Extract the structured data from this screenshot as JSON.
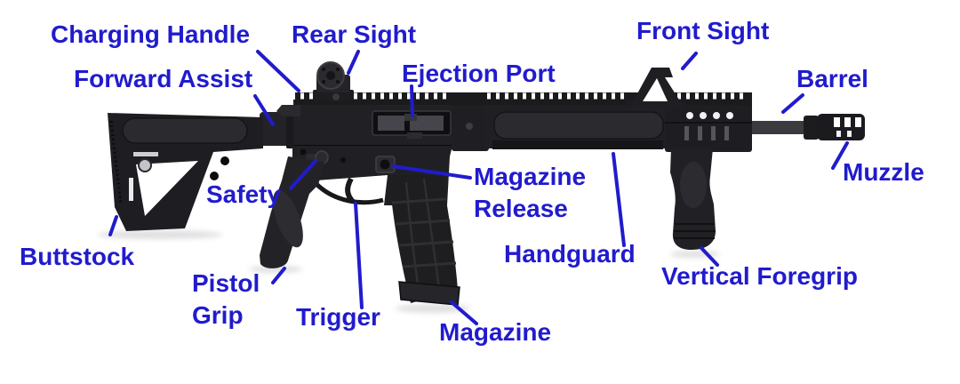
{
  "colors": {
    "accent": "#211bcd",
    "background": "#ffffff"
  },
  "diagram": {
    "labels": {
      "charging_handle": "Charging Handle",
      "forward_assist": "Forward Assist",
      "rear_sight": "Rear Sight",
      "ejection_port": "Ejection Port",
      "front_sight": "Front Sight",
      "barrel": "Barrel",
      "muzzle": "Muzzle",
      "safety": "Safety",
      "magazine_release": "Magazine Release",
      "handguard": "Handguard",
      "vertical_foregrip": "Vertical Foregrip",
      "buttstock": "Buttstock",
      "pistol_grip": "Pistol Grip",
      "trigger": "Trigger",
      "magazine": "Magazine"
    }
  }
}
